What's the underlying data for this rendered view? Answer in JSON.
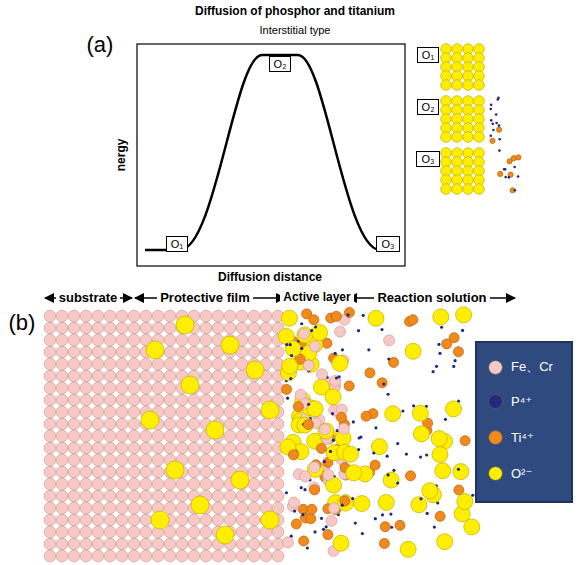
{
  "diagram": {
    "title": "Diffusion of phosphor and titanium",
    "nodes": [
      {
        "text": [
          "O₁"
        ]
      },
      {
        "text": [
          "O₂"
        ]
      },
      {
        "text": [
          "O₃"
        ]
      },
      {
        "text": [
          "O₁"
        ]
      },
      {
        "text": [
          "O₂"
        ]
      },
      {
        "text": [
          "O₃"
        ]
      }
    ],
    "labels": [
      "(a)",
      "Interstitial type",
      "nergy",
      "Diffusion distance",
      "(b)",
      "substrate",
      "Protective film",
      "Active layer",
      "Reaction solution"
    ],
    "legend": [
      {
        "text": "Fe、Cr",
        "color": "#f6c9c5"
      },
      {
        "text": "P⁴⁺",
        "color": "#1f2a80"
      },
      {
        "text": "Ti⁴⁺",
        "color": "#f08a1c"
      },
      {
        "text": "O²⁻",
        "color": "#ffee00"
      }
    ]
  }
}
